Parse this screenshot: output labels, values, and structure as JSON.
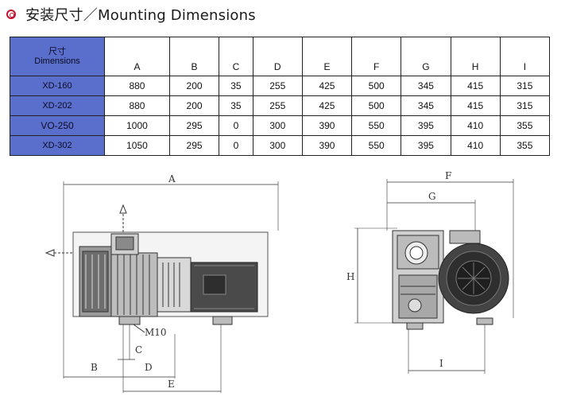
{
  "title": "安装尺寸／Mounting Dimensions",
  "table": {
    "corner_cn": "尺寸",
    "corner_en": "Dimensions",
    "columns": [
      "A",
      "B",
      "C",
      "D",
      "E",
      "F",
      "G",
      "H",
      "I"
    ],
    "rows": [
      {
        "model": "XD-160",
        "values": [
          "880",
          "200",
          "35",
          "255",
          "425",
          "500",
          "345",
          "415",
          "315"
        ]
      },
      {
        "model": "XD-202",
        "values": [
          "880",
          "200",
          "35",
          "255",
          "425",
          "500",
          "345",
          "415",
          "315"
        ]
      },
      {
        "model": "VO-250",
        "values": [
          "1000",
          "295",
          "0",
          "300",
          "390",
          "550",
          "395",
          "410",
          "355"
        ]
      },
      {
        "model": "XD-302",
        "values": [
          "1050",
          "295",
          "0",
          "300",
          "390",
          "550",
          "395",
          "410",
          "355"
        ]
      }
    ]
  },
  "drawing": {
    "labels": {
      "A": "A",
      "B": "B",
      "C": "C",
      "D": "D",
      "E": "E",
      "F": "F",
      "G": "G",
      "H": "H",
      "I": "I",
      "bolt": "M10"
    }
  }
}
